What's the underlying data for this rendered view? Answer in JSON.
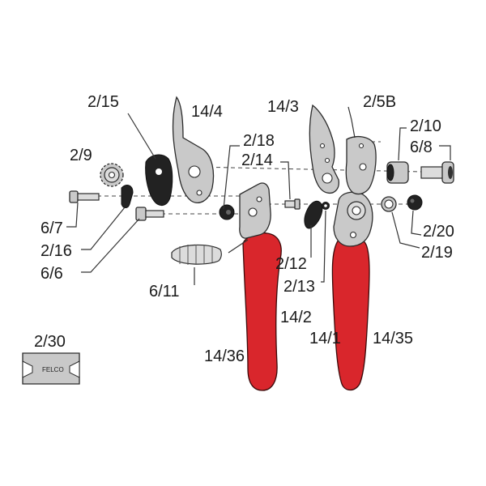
{
  "labels": {
    "p2_15": "2/15",
    "p14_4": "14/4",
    "p14_3": "14/3",
    "p2_5b": "2/5B",
    "p2_10": "2/10",
    "p6_8": "6/8",
    "p2_9": "2/9",
    "p2_18": "2/18",
    "p2_14": "2/14",
    "p6_7": "6/7",
    "p2_16": "2/16",
    "p6_6": "6/6",
    "p2_20": "2/20",
    "p2_19": "2/19",
    "p2_12": "2/12",
    "p2_13": "2/13",
    "p6_11": "6/11",
    "p14_2": "14/2",
    "p14_36": "14/36",
    "p14_1": "14/1",
    "p14_35": "14/35",
    "p2_30": "2/30"
  },
  "logo": "FELCO",
  "colors": {
    "handle_red": "#d9262c",
    "metal": "#c9c9c9"
  }
}
